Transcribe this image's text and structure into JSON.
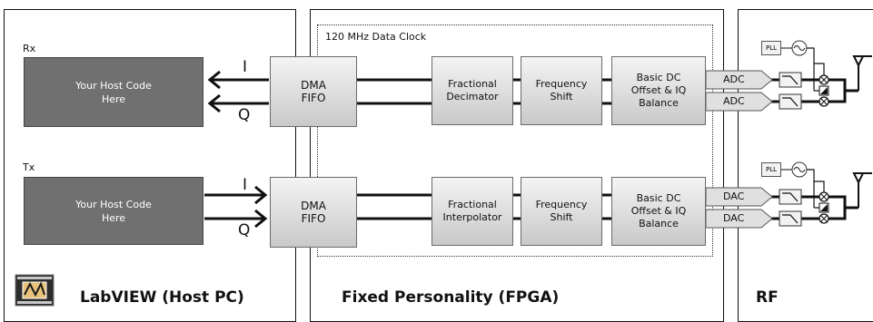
{
  "panels": {
    "host_title": "LabVIEW (Host PC)",
    "fpga_title": "Fixed Personality (FPGA)",
    "rf_title": "RF"
  },
  "clock_label": "120 MHz Data Clock",
  "rx": {
    "label": "Rx",
    "host_code": "Your Host Code\nHere",
    "i_label": "I",
    "q_label": "Q",
    "dma": "DMA\nFIFO",
    "resampler": "Fractional\nDecimator",
    "shift": "Frequency\nShift",
    "balance": "Basic DC\nOffset & IQ\nBalance",
    "converter_1": "ADC",
    "converter_2": "ADC",
    "pll": "PLL"
  },
  "tx": {
    "label": "Tx",
    "host_code": "Your Host Code\nHere",
    "i_label": "I",
    "q_label": "Q",
    "dma": "DMA\nFIFO",
    "resampler": "Fractional\nInterpolator",
    "shift": "Frequency\nShift",
    "balance": "Basic DC\nOffset & IQ\nBalance",
    "converter_1": "DAC",
    "converter_2": "DAC",
    "pll": "PLL"
  },
  "icons": {
    "labview": "labview-logo-icon",
    "antenna": "antenna-icon",
    "mixer": "mixer-icon",
    "filter": "lowpass-filter-icon",
    "oscillator": "oscillator-icon"
  }
}
